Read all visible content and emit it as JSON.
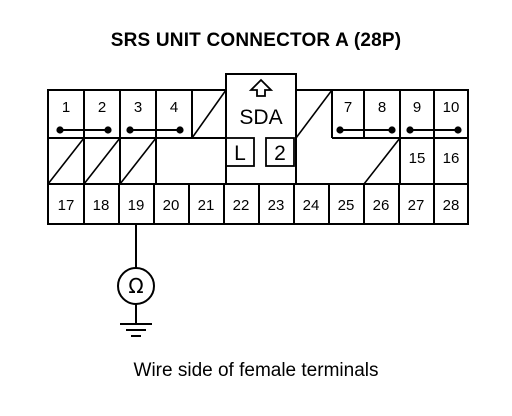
{
  "title": "SRS UNIT CONNECTOR A (28P)",
  "caption": "Wire side of female terminals",
  "connector": {
    "lock_label": "SDA",
    "box_left_label": "L",
    "box_right_label": "2",
    "top_left_pins": [
      "1",
      "2",
      "3",
      "4"
    ],
    "top_right_pins": [
      "7",
      "8",
      "9",
      "10"
    ],
    "middle_right_pins": [
      "15",
      "16"
    ],
    "bottom_pins": [
      "17",
      "18",
      "19",
      "20",
      "21",
      "22",
      "23",
      "24",
      "25",
      "26",
      "27",
      "28"
    ]
  },
  "meter": {
    "symbol": "Ω",
    "probe_pin": "19",
    "icon": "ohmmeter-icon"
  },
  "ground_icon": "ground-icon"
}
